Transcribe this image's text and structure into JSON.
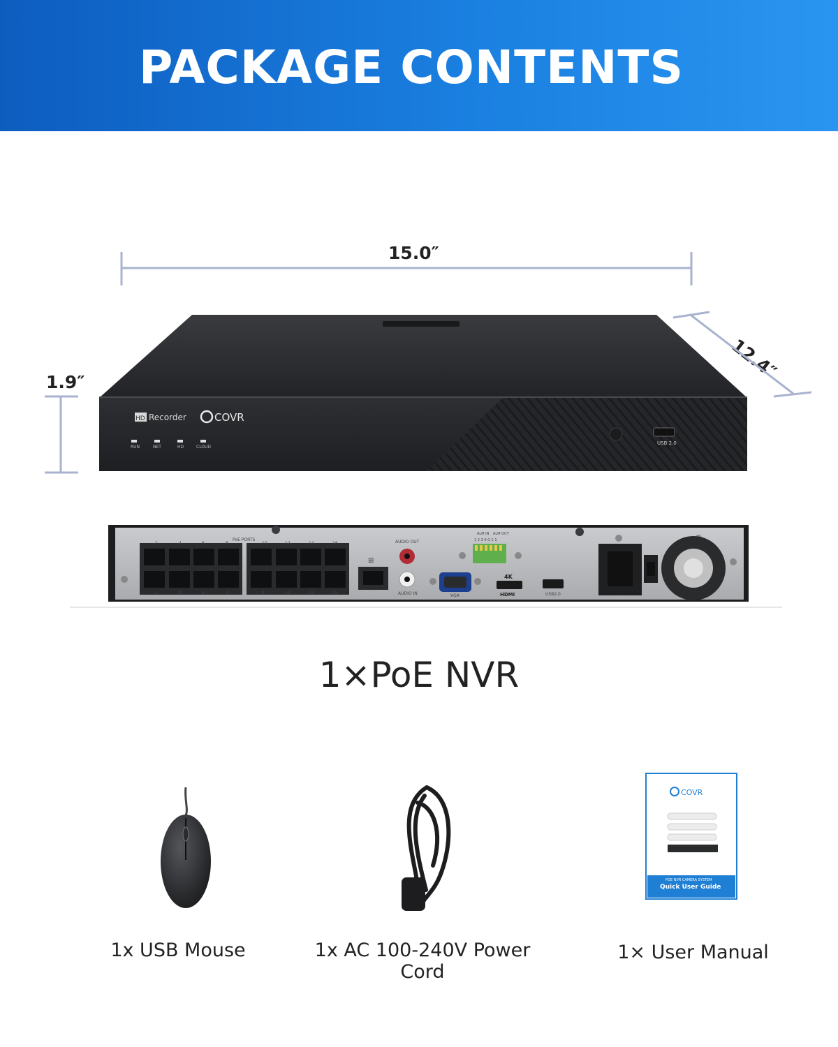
{
  "banner": {
    "title": "PACKAGE CONTENTS"
  },
  "dimensions": {
    "width": "15.0″",
    "depth": "12.4″",
    "height": "1.9″"
  },
  "nvr_front": {
    "hd_badge": "HD",
    "recorder_label": "Recorder",
    "brand": "COVR",
    "leds": [
      "RUN",
      "NET",
      "HD",
      "CLOUD"
    ],
    "usb_label": "USB 2.0"
  },
  "nvr_rear": {
    "poe_ports_label": "PoE PORTS",
    "port_numbers_top": [
      "2",
      "4",
      "6",
      "8",
      "10",
      "12",
      "14",
      "16"
    ],
    "port_numbers_bottom": [
      "1",
      "3",
      "5",
      "7",
      "9",
      "11",
      "13",
      "15"
    ],
    "audio_out": "AUDIO OUT",
    "audio_in": "AUDIO IN",
    "alm_in": "ALM IN",
    "alm_out": "ALM OUT",
    "alarm_pins": "1 2 3 4 G 1 1",
    "vga": "VGA",
    "hdmi_4k": "4K",
    "hdmi": "HDMI",
    "usb": "USB2.0"
  },
  "manual_cover": {
    "brand": "COVR",
    "subtitle": "POE NVR CAMERA SYSTEM",
    "title": "Quick User Guide"
  },
  "captions": {
    "nvr": "1×PoE NVR",
    "mouse": "1x USB Mouse",
    "power_cord": "1x AC 100-240V Power Cord",
    "manual": "1× User Manual"
  },
  "colors": {
    "banner_start": "#0d5dbf",
    "banner_end": "#2a95f0",
    "dimension_line": "#a9b3cf",
    "device_body": "#2b2c2f",
    "manual_accent": "#1e7fd4"
  }
}
